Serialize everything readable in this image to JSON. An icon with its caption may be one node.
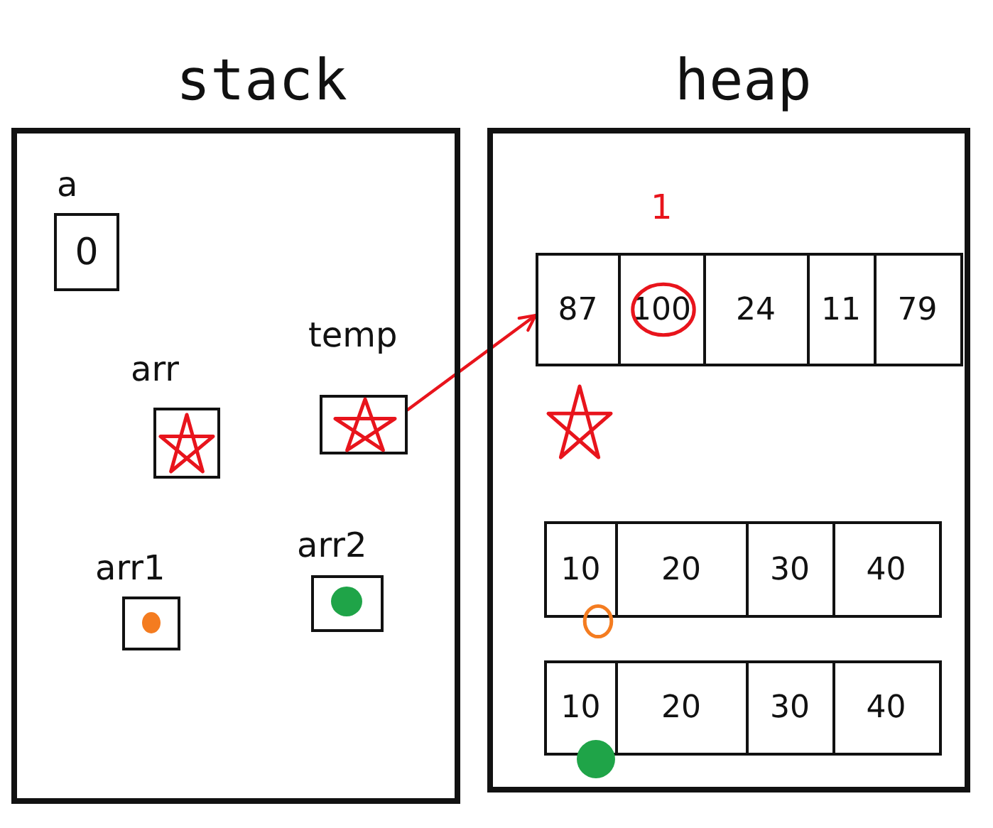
{
  "diagram": {
    "nodes": [
      {
        "text": [
          "stack"
        ]
      },
      {
        "text": [
          "a",
          "0"
        ],
        "in": 0
      },
      {
        "text": [
          "arr"
        ],
        "in": 0
      },
      {
        "text": [
          "temp"
        ],
        "in": 0
      },
      {
        "text": [
          "arr1"
        ],
        "in": 0
      },
      {
        "text": [
          "arr2"
        ],
        "in": 0
      },
      {
        "text": [
          "heap"
        ]
      },
      {
        "text": [
          "87",
          "100",
          "24",
          "11",
          "79"
        ],
        "beside": [
          "1"
        ],
        "in": 6
      },
      {
        "text": [
          "10",
          "20",
          "30",
          "40"
        ],
        "in": 6
      },
      {
        "text": [
          "10",
          "20",
          "30",
          "40"
        ],
        "in": 6
      }
    ],
    "edges": [
      {
        "from": 3,
        "to": 7,
        "arrow": "to",
        "color": "#e8141c"
      }
    ]
  }
}
